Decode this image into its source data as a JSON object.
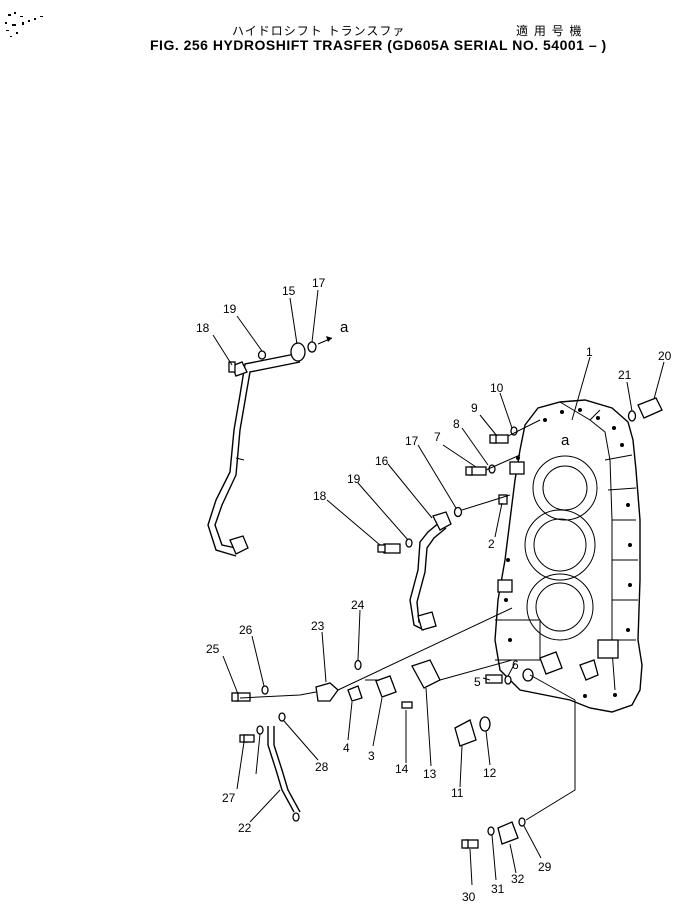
{
  "header": {
    "jp_title": "ハイドロシフト トランスファ",
    "jp_applicable": "適 用 号 機",
    "title": "FIG. 256  HYDROSHIFT TRASFER (GD605A SERIAL NO. 54001 – )"
  },
  "callouts": {
    "c1": "1",
    "c2": "2",
    "c3": "3",
    "c4": "4",
    "c5": "5",
    "c6": "6",
    "c7": "7",
    "c8": "8",
    "c9": "9",
    "c10": "10",
    "c11": "11",
    "c12": "12",
    "c13": "13",
    "c14": "14",
    "c15": "15",
    "c16": "16",
    "c17a": "17",
    "c17b": "17",
    "c18a": "18",
    "c18b": "18",
    "c19a": "19",
    "c19b": "19",
    "c20": "20",
    "c21": "21",
    "c22": "22",
    "c23": "23",
    "c24": "24",
    "c25": "25",
    "c26": "26",
    "c27": "27",
    "c28": "28",
    "c29": "29",
    "c30": "30",
    "c31": "31",
    "c32": "32",
    "ref_a1": "a",
    "ref_a2": "a"
  }
}
